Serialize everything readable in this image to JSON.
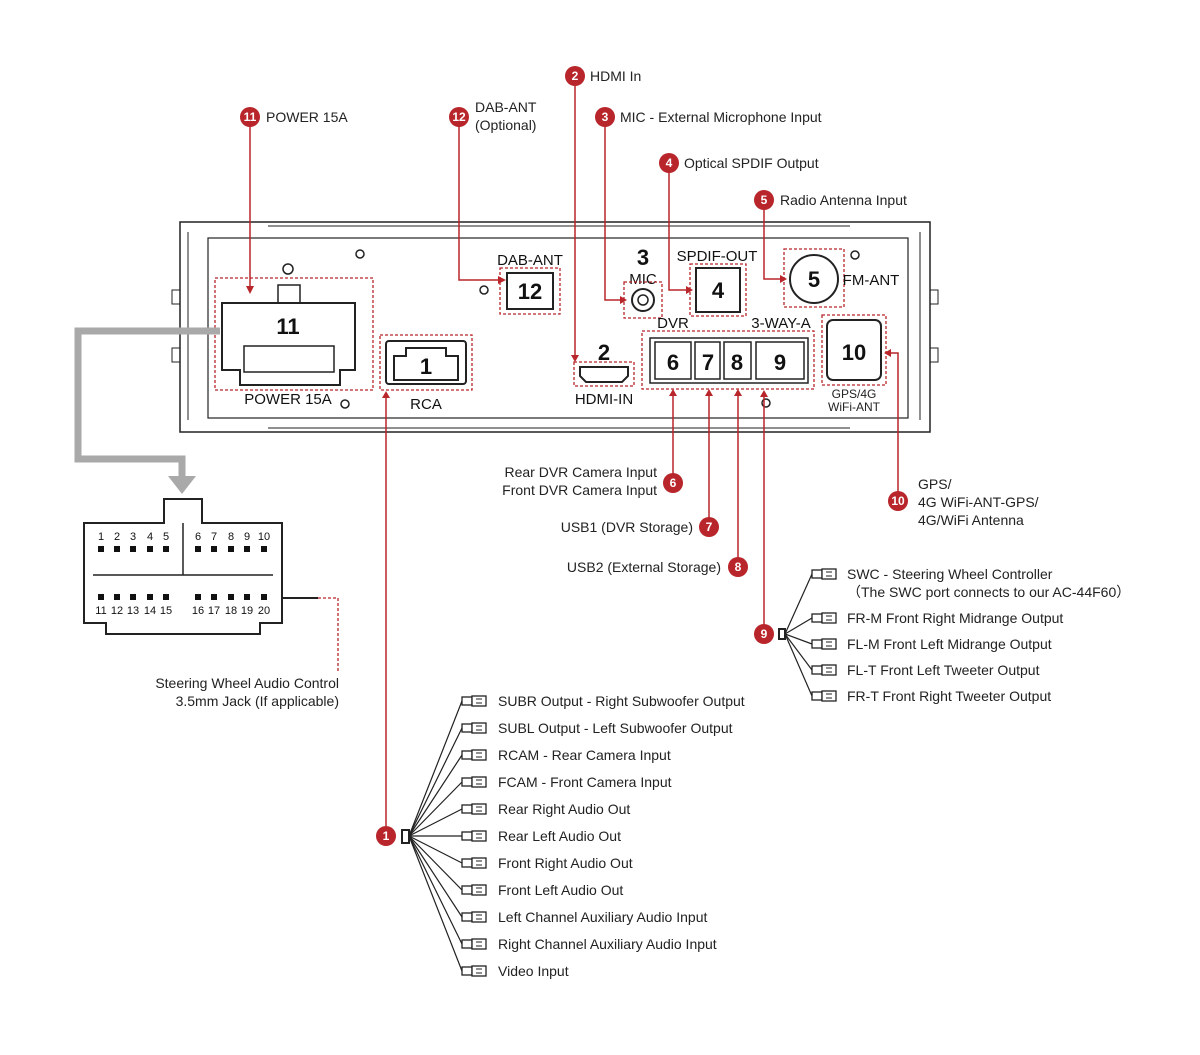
{
  "colors": {
    "accent": "#b8252a",
    "gray": "#a9a9a9",
    "line": "#222222"
  },
  "callouts": {
    "c1": {
      "num": "1"
    },
    "c2": {
      "num": "2",
      "text": "HDMI In"
    },
    "c3": {
      "num": "3",
      "text": "MIC - External Microphone Input"
    },
    "c4": {
      "num": "4",
      "text": "Optical SPDIF Output"
    },
    "c5": {
      "num": "5",
      "text": "Radio Antenna Input"
    },
    "c6": {
      "num": "6",
      "line1": "Rear DVR Camera Input",
      "line2": "Front DVR Camera Input"
    },
    "c7": {
      "num": "7",
      "text": "USB1 (DVR Storage)"
    },
    "c8": {
      "num": "8",
      "text": "USB2 (External Storage)"
    },
    "c9": {
      "num": "9"
    },
    "c10": {
      "num": "10",
      "line1": "GPS/",
      "line2": "4G WiFi-ANT-GPS/",
      "line3": "4G/WiFi Antenna"
    },
    "c11": {
      "num": "11",
      "text": "POWER 15A"
    },
    "c12": {
      "num": "12",
      "line1": "DAB-ANT",
      "line2": "(Optional)"
    }
  },
  "panel": {
    "power_num": "11",
    "power_label": "POWER 15A",
    "rca_num": "1",
    "rca_label": "RCA",
    "dab_label": "DAB-ANT",
    "dab_num": "12",
    "mic_num": "3",
    "mic_label": "MIC",
    "hdmi_num": "2",
    "hdmi_label": "HDMI-IN",
    "spdif_label": "SPDIF-OUT",
    "spdif_num": "4",
    "fm_num": "5",
    "fm_label": "FM-ANT",
    "dvr_label": "DVR",
    "way_label": "3-WAY-A",
    "p6": "6",
    "p7": "7",
    "p8": "8",
    "p9": "9",
    "gps_num": "10",
    "gps_label1": "GPS/4G",
    "gps_label2": "WiFi-ANT"
  },
  "harness": {
    "top_pins": [
      "1",
      "2",
      "3",
      "4",
      "5",
      "6",
      "7",
      "8",
      "9",
      "10"
    ],
    "bottom_pins": [
      "11",
      "12",
      "13",
      "14",
      "15",
      "16",
      "17",
      "18",
      "19",
      "20"
    ],
    "jack_line1": "Steering Wheel Audio Control",
    "jack_line2": "3.5mm Jack (If applicable)"
  },
  "rca_cables": [
    "SUBR Output - Right Subwoofer Output",
    "SUBL Output - Left Subwoofer Output",
    "RCAM - Rear Camera Input",
    "FCAM - Front Camera Input",
    "Rear Right Audio Out",
    "Rear Left Audio Out",
    "Front Right Audio Out",
    "Front Left Audio Out",
    "Left Channel Auxiliary Audio Input",
    "Right Channel Auxiliary Audio Input",
    "Video Input"
  ],
  "way_cables": [
    {
      "line1": "SWC - Steering Wheel Controller",
      "line2": "（The SWC port connects to our AC-44F60）"
    },
    {
      "line1": "FR-M Front Right Midrange Output"
    },
    {
      "line1": "FL-M Front Left Midrange Output"
    },
    {
      "line1": "FL-T Front Left Tweeter Output"
    },
    {
      "line1": "FR-T Front Right Tweeter Output"
    }
  ]
}
